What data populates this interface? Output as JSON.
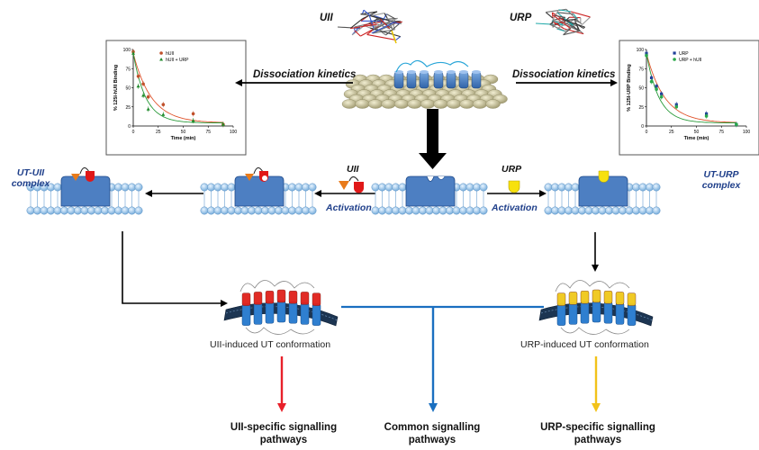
{
  "labels": {
    "uii_top": "UII",
    "urp_top": "URP",
    "dissociation_left": "Dissociation kinetics",
    "dissociation_right": "Dissociation kinetics",
    "ut_uii_complex_1": "UT-UII",
    "ut_uii_complex_2": "complex",
    "ut_urp_complex_1": "UT-URP",
    "ut_urp_complex_2": "complex",
    "uii_ligand": "UII",
    "urp_ligand": "URP",
    "activation_left": "Activation",
    "activation_right": "Activation",
    "uii_conformation": "UII-induced UT conformation",
    "urp_conformation": "URP-induced UT conformation",
    "uii_path_1": "UII-specific signalling",
    "uii_path_2": "pathways",
    "common_path_1": "Common signalling",
    "common_path_2": "pathways",
    "urp_path_1": "URP-specific signalling",
    "urp_path_2": "pathways"
  },
  "colors": {
    "uii_arrow": "#e8202a",
    "common_arrow": "#1a6fc0",
    "urp_arrow": "#f2c21a",
    "receptor": "#3b78c7",
    "uii_ligand": "#e01818",
    "urp_ligand": "#f7e10e",
    "membrane": "#9ec7ea"
  },
  "chart_data": [
    {
      "type": "scatter",
      "ylabel": "% 125I-hUII Binding",
      "xlabel": "Time (min)",
      "xlim": [
        0,
        100
      ],
      "ylim": [
        0,
        100
      ],
      "xticks": [
        0,
        25,
        50,
        75,
        100
      ],
      "yticks": [
        0,
        25,
        50,
        75,
        100
      ],
      "legend_position": "top-right",
      "series": [
        {
          "name": "hUII",
          "color": "#c0502a",
          "marker": "circle",
          "x": [
            0,
            5,
            10,
            15,
            30,
            60,
            90
          ],
          "y": [
            97,
            65,
            55,
            38,
            28,
            16,
            2
          ]
        },
        {
          "name": "hUII + URP",
          "color": "#1f8a2a",
          "marker": "triangle",
          "x": [
            0,
            5,
            10,
            15,
            30,
            60,
            90
          ],
          "y": [
            95,
            52,
            40,
            22,
            15,
            7,
            2
          ]
        }
      ]
    },
    {
      "type": "scatter",
      "ylabel": "% 125I-URP Binding",
      "xlabel": "Time (min)",
      "xlim": [
        0,
        100
      ],
      "ylim": [
        0,
        100
      ],
      "xticks": [
        0,
        25,
        50,
        75,
        100
      ],
      "yticks": [
        0,
        25,
        50,
        75,
        100
      ],
      "legend_position": "top-right",
      "series": [
        {
          "name": "URP",
          "color": "#1f3f9a",
          "marker": "square",
          "x": [
            0,
            5,
            10,
            15,
            30,
            60,
            90
          ],
          "y": [
            95,
            63,
            52,
            42,
            28,
            16,
            2
          ]
        },
        {
          "name": "URP + hUII",
          "color": "#2aa84a",
          "marker": "circle",
          "x": [
            0,
            5,
            10,
            15,
            30,
            60,
            90
          ],
          "y": [
            92,
            58,
            48,
            38,
            25,
            13,
            2
          ]
        }
      ]
    }
  ]
}
